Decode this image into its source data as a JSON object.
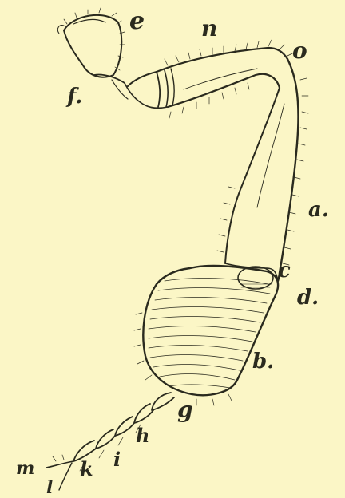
{
  "figure": {
    "background": "#fbf6c6",
    "ink": "#2a2a1e",
    "labels": {
      "e": "e",
      "n": "n",
      "o": "o",
      "f": "f.",
      "a": "a.",
      "c": "c",
      "d": "d.",
      "b": "b.",
      "g": "g",
      "h": "h",
      "i": "i",
      "k": "k",
      "m": "m",
      "l": "l"
    }
  }
}
